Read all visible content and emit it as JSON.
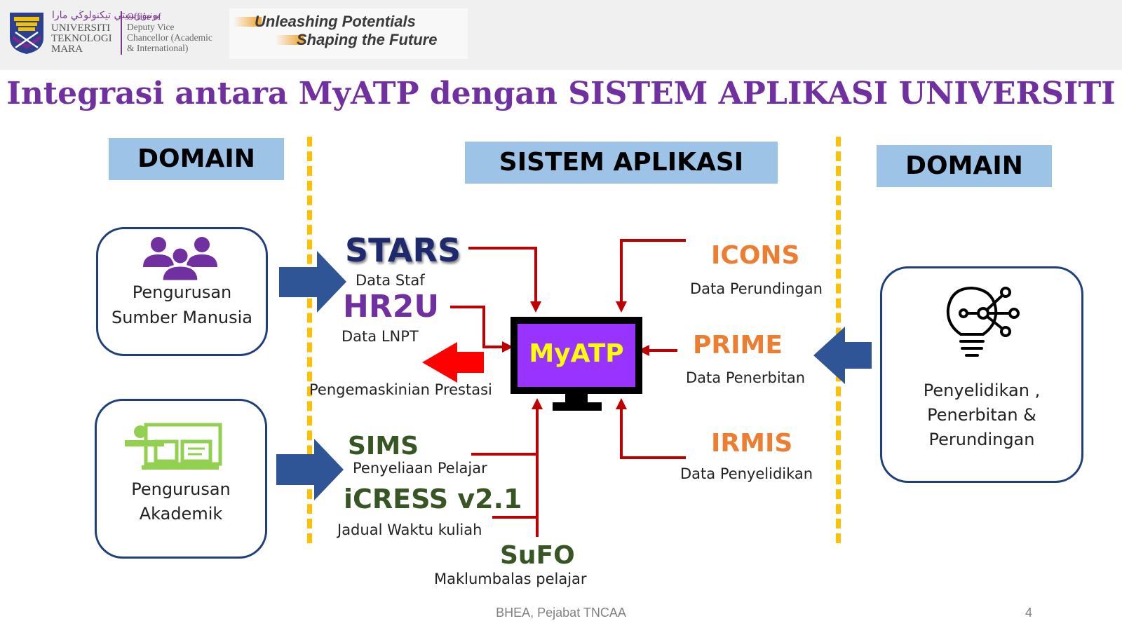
{
  "header": {
    "university": {
      "arabic": "يونيۏرسيتي تيكنولوڬي مارا",
      "line1": "UNIVERSITI",
      "line2": "TEKNOLOGI",
      "line3": "MARA"
    },
    "office": {
      "line1": "Office of",
      "line2": "Deputy Vice",
      "line3": "Chancellor (Academic",
      "line4": "& International)"
    },
    "slogan": {
      "line1": "Unleashing Potentials",
      "line2": "Shaping the Future"
    }
  },
  "title": "Integrasi antara MyATP dengan SISTEM APLIKASI UNIVERSITI",
  "columns": {
    "left_label": "DOMAIN",
    "center_label": "SISTEM APLIKASI",
    "right_label": "DOMAIN"
  },
  "domains": {
    "hr": {
      "line1": "Pengurusan",
      "line2": "Sumber Manusia",
      "icon": "people-group-icon"
    },
    "academic": {
      "line1": "Pengurusan",
      "line2": "Akademik",
      "icon": "classroom-board-icon"
    },
    "research": {
      "line1": "Penyelidikan ,",
      "line2": "Penerbitan &",
      "line3": "Perundingan",
      "icon": "lightbulb-network-icon"
    }
  },
  "systems": {
    "stars": {
      "name": "STARS",
      "desc": "Data Staf"
    },
    "hr2u": {
      "name": "HR2U",
      "desc": "Data LNPT"
    },
    "update": {
      "desc": "Pengemaskinian Prestasi"
    },
    "sims": {
      "name": "SIMS",
      "desc": "Penyeliaan Pelajar"
    },
    "icress": {
      "name": "iCRESS v2.1",
      "desc": "Jadual Waktu kuliah"
    },
    "sufo": {
      "name": "SuFO",
      "desc": "Maklumbalas pelajar"
    },
    "icons": {
      "name": "ICONS",
      "desc": "Data Perundingan"
    },
    "prime": {
      "name": "PRIME",
      "desc": "Data Penerbitan"
    },
    "irmis": {
      "name": "IRMIS",
      "desc": "Data Penyelidikan"
    }
  },
  "center": {
    "label": "MyATP"
  },
  "footer": {
    "credit": "BHEA, Pejabat TNCAA",
    "page": "4"
  },
  "colors": {
    "title": "#7030a0",
    "label_box": "#9dc3e6",
    "divider": "#ffc000",
    "connector": "#c00000",
    "block_arrow": "#2f5597",
    "myatp_screen": "#9933ff",
    "myatp_text": "#ffff00",
    "stars": "#1f2a6e",
    "hr2u": "#7030a0",
    "green_system": "#375623",
    "orange_system": "#ed7d31"
  }
}
